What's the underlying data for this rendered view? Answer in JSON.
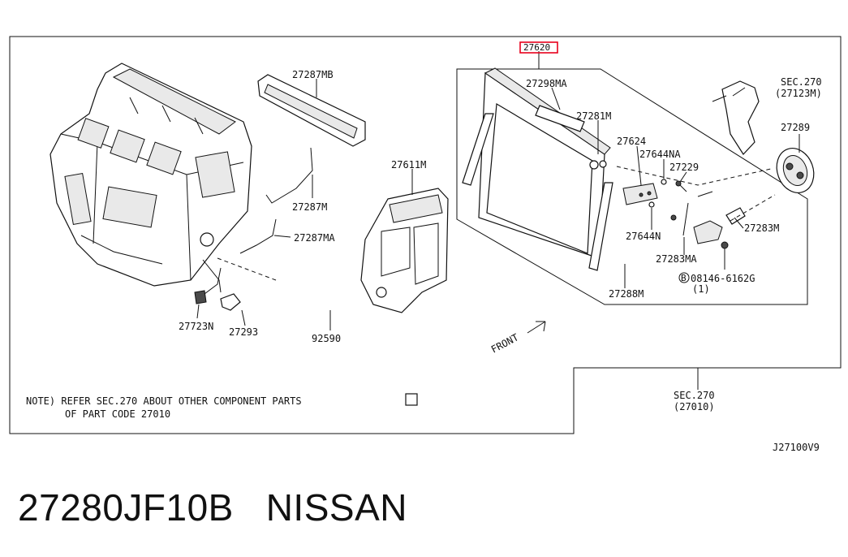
{
  "highlight_color": "#e8001c",
  "assembly_code": "27620",
  "callouts": {
    "c27287MB": "27287MB",
    "c27298MA": "27298MA",
    "c27281M": "27281M",
    "sec270_top": "SEC.270",
    "c27123M": "(27123M)",
    "c27289": "27289",
    "c27611M": "27611M",
    "c27624": "27624",
    "c27644NA": "27644NA",
    "c27229": "27229",
    "c27287M": "27287M",
    "c27287MA": "27287MA",
    "c27283M": "27283M",
    "c27644N": "27644N",
    "c27283MA": "27283MA",
    "bolt_code": "08146-6162G",
    "bolt_prefix": "B",
    "bolt_qty": "(1)",
    "c27288M": "27288M",
    "c27723N": "27723N",
    "c27293": "27293",
    "c92590": "92590",
    "front": "FRONT",
    "sec270_bottom": "SEC.270",
    "c27010": "(27010)"
  },
  "note_line1": "NOTE) REFER SEC.270 ABOUT OTHER COMPONENT PARTS",
  "note_line2": "OF PART CODE 27010",
  "figure_code": "J27100V9",
  "caption": "27280JF10B   NISSAN"
}
